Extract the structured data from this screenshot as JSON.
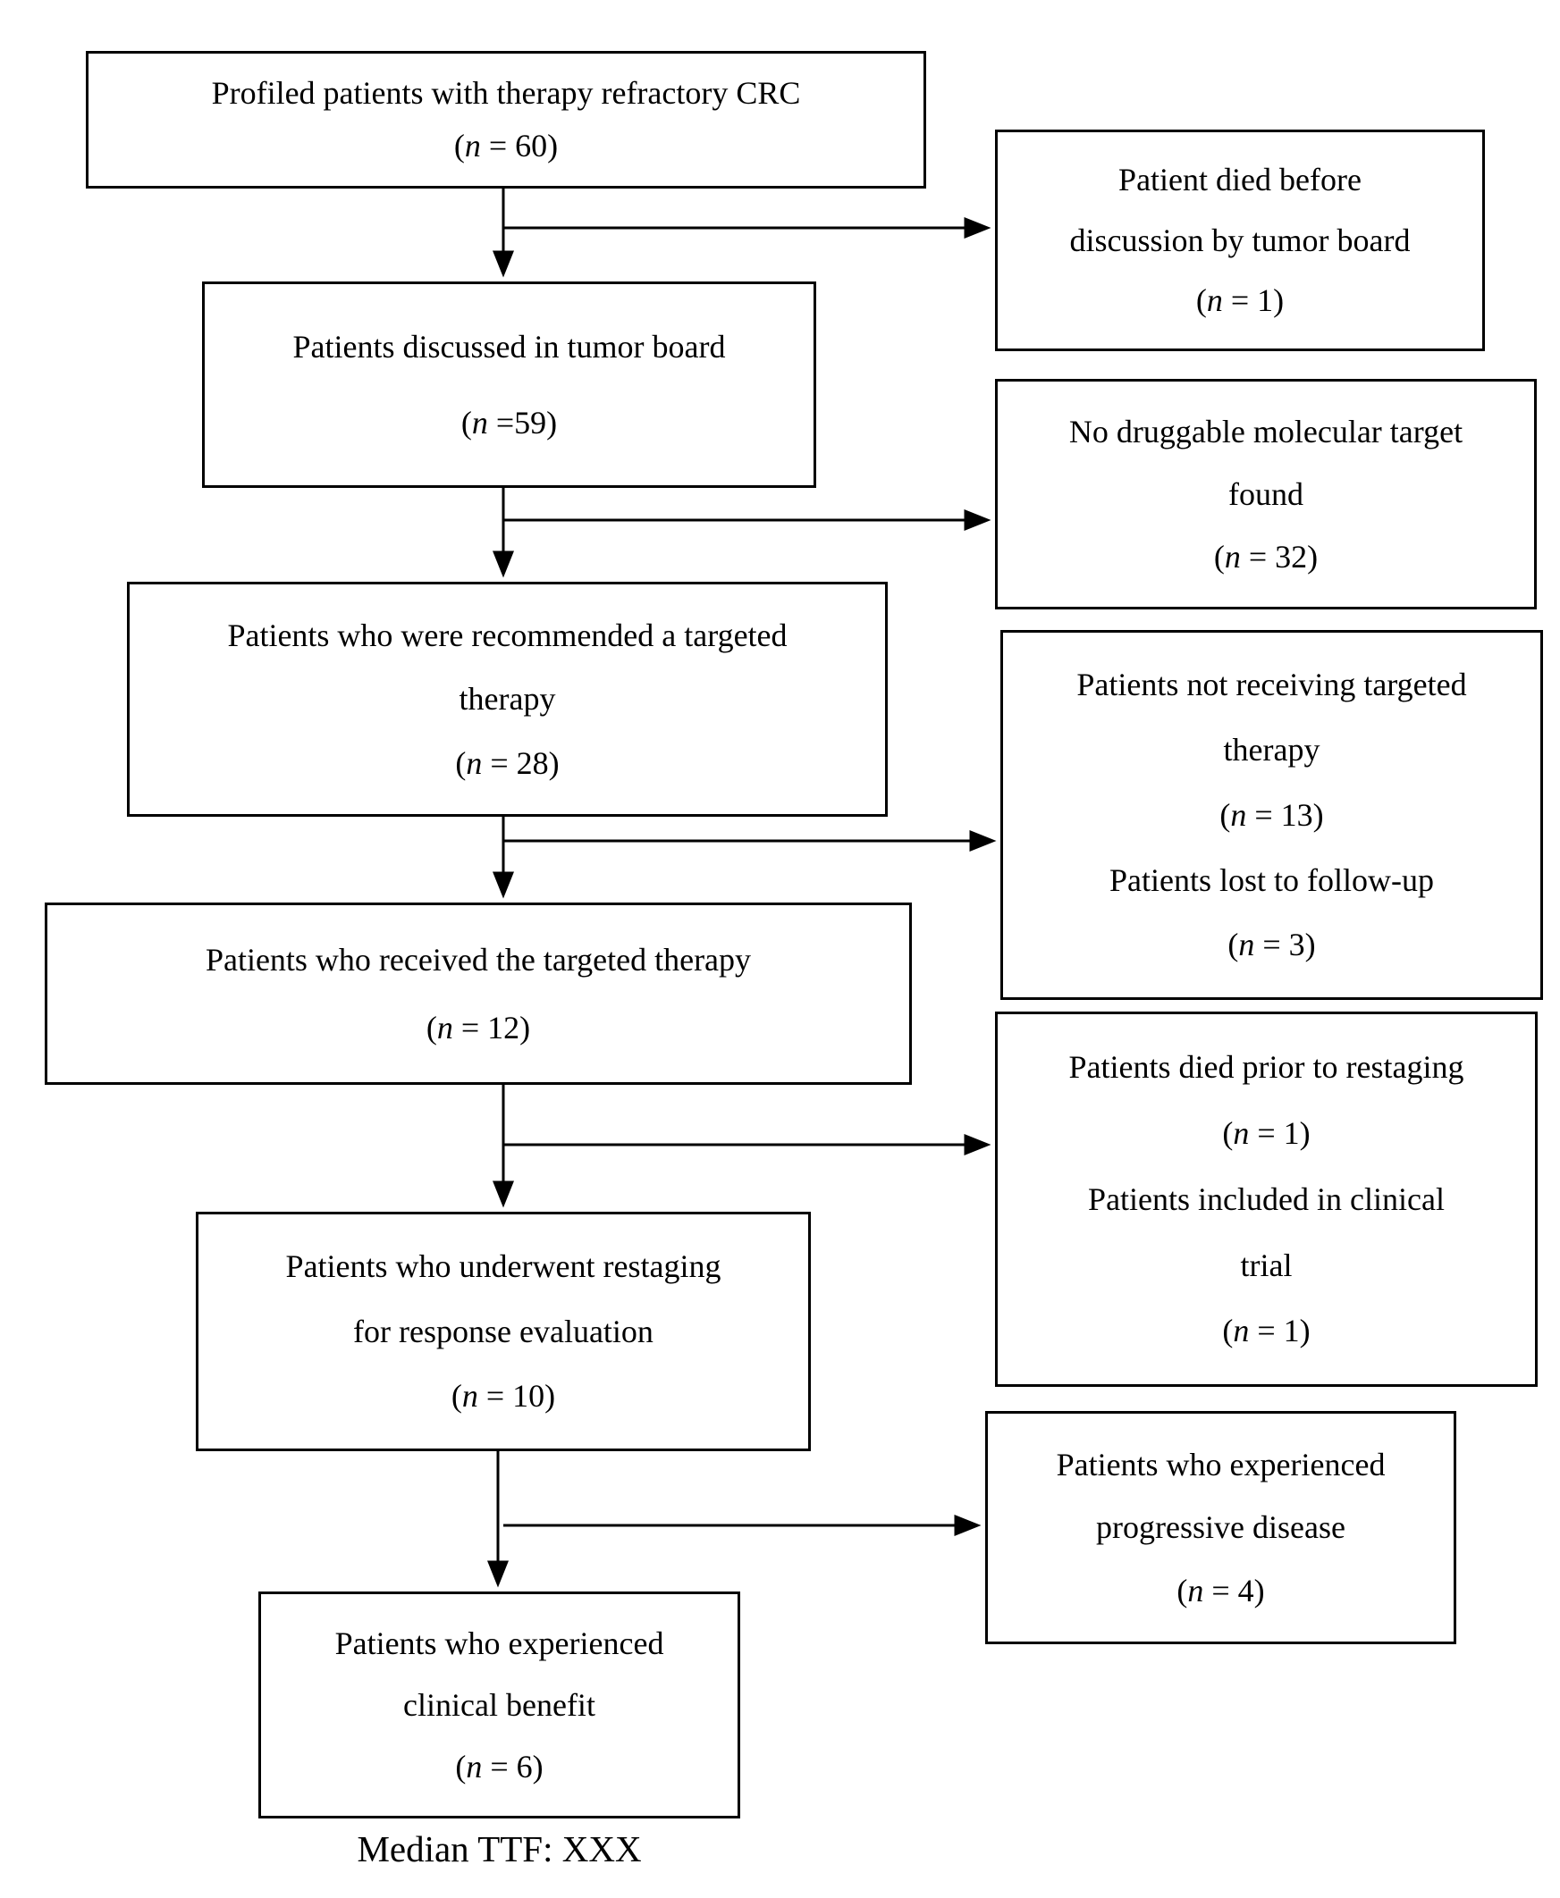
{
  "diagram": {
    "type": "patient-flow-chart",
    "colors": {
      "line": "#000000",
      "text": "#000000",
      "background": "#ffffff"
    },
    "main_flow": [
      {
        "id": "profiled",
        "n": 60,
        "lines": [
          "Profiled patients with therapy refractory CRC",
          "(n = 60)"
        ]
      },
      {
        "id": "discussed",
        "n": 59,
        "lines": [
          "Patients discussed in tumor board",
          "(n =59)"
        ]
      },
      {
        "id": "recommended",
        "n": 28,
        "lines": [
          "Patients who were recommended a targeted",
          "therapy",
          "(n = 28)"
        ]
      },
      {
        "id": "received",
        "n": 12,
        "lines": [
          "Patients who received the targeted therapy",
          "(n = 12)"
        ]
      },
      {
        "id": "restaged",
        "n": 10,
        "lines": [
          "Patients who underwent restaging",
          "for response evaluation",
          "(n = 10)"
        ]
      },
      {
        "id": "benefit",
        "n": 6,
        "lines": [
          "Patients who experienced",
          "clinical benefit",
          "(n = 6)"
        ]
      }
    ],
    "exclusions": [
      {
        "id": "died-before-board",
        "n": 1,
        "lines": [
          "Patient died before",
          "discussion by tumor board",
          "(n = 1)"
        ]
      },
      {
        "id": "no-druggable-target",
        "n": 32,
        "lines": [
          "No druggable molecular target",
          "found",
          "(n = 32)"
        ]
      },
      {
        "id": "not-receiving-or-lost",
        "n": "13 / 3",
        "lines": [
          "Patients not receiving targeted",
          "therapy",
          "(n = 13)",
          "Patients lost to follow-up",
          "(n = 3)"
        ]
      },
      {
        "id": "died-or-trial",
        "n": "1 / 1",
        "lines": [
          "Patients died prior to restaging",
          "(n = 1)",
          "Patients included in clinical",
          "trial",
          "(n = 1)"
        ]
      },
      {
        "id": "progressive-disease",
        "n": 4,
        "lines": [
          "Patients who experienced",
          "progressive disease",
          "(n = 4)"
        ]
      }
    ],
    "edges": [
      {
        "from": "profiled",
        "to": "discussed"
      },
      {
        "from": "profiled",
        "to": "died-before-board"
      },
      {
        "from": "discussed",
        "to": "recommended"
      },
      {
        "from": "discussed",
        "to": "no-druggable-target"
      },
      {
        "from": "recommended",
        "to": "received"
      },
      {
        "from": "recommended",
        "to": "not-receiving-or-lost"
      },
      {
        "from": "received",
        "to": "restaged"
      },
      {
        "from": "received",
        "to": "died-or-trial"
      },
      {
        "from": "restaged",
        "to": "benefit"
      },
      {
        "from": "restaged",
        "to": "progressive-disease"
      }
    ],
    "bottom_note": "Median TTF: XXX"
  }
}
